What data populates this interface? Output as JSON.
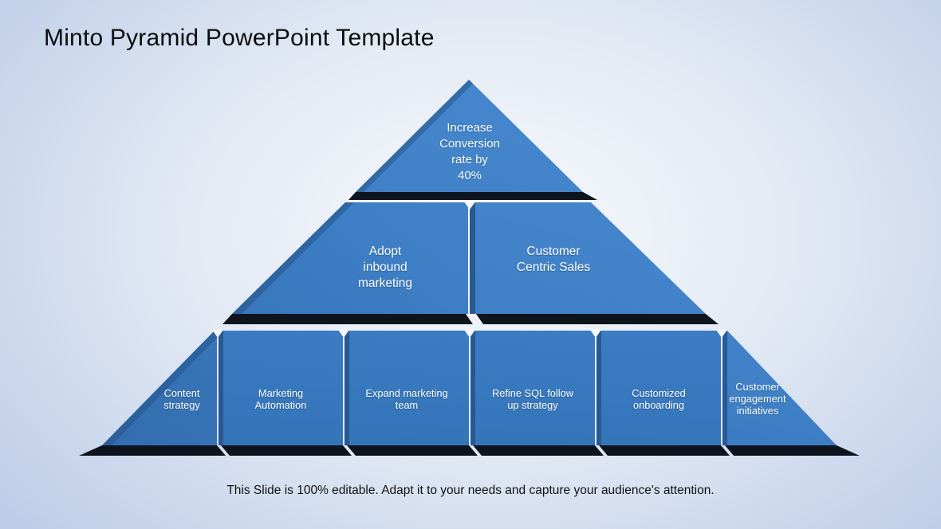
{
  "slide": {
    "title": "Minto Pyramid PowerPoint Template",
    "footer": "This Slide is 100% editable. Adapt it to your needs and capture your audience's attention."
  },
  "pyramid": {
    "tiers": [
      {
        "level": 1,
        "blocks": [
          {
            "label": "Increase Conversion rate by 40%",
            "lines": [
              "Increase",
              "Conversion",
              "rate by",
              "40%"
            ]
          }
        ]
      },
      {
        "level": 2,
        "blocks": [
          {
            "label": "Adopt inbound marketing",
            "lines": [
              "Adopt",
              "inbound",
              "marketing"
            ]
          },
          {
            "label": "Customer Centric Sales",
            "lines": [
              "Customer",
              "Centric Sales"
            ]
          }
        ]
      },
      {
        "level": 3,
        "blocks": [
          {
            "label": "Content strategy",
            "lines": [
              "Content",
              "strategy"
            ]
          },
          {
            "label": "Marketing Automation",
            "lines": [
              "Marketing",
              "Automation"
            ]
          },
          {
            "label": "Expand marketing team",
            "lines": [
              "Expand marketing",
              "team"
            ]
          },
          {
            "label": "Refine SQL follow up strategy",
            "lines": [
              "Refine SQL follow",
              "up strategy"
            ]
          },
          {
            "label": "Customized onboarding",
            "lines": [
              "Customized",
              "onboarding"
            ]
          },
          {
            "label": "Customer engagement initiatives",
            "lines": [
              "Customer",
              "engagement",
              "initiatives"
            ]
          }
        ]
      }
    ]
  },
  "colors": {
    "background_edge": "#b6c6e5",
    "background_center": "#f8fafd",
    "block_blue_light": "#4f8ed3",
    "block_blue_dark": "#2e67a6",
    "bevel_blue": "#27568d",
    "shadow_band": "#0d141d",
    "label_text": "#ffffff",
    "title_text": "#0b0b0b"
  }
}
